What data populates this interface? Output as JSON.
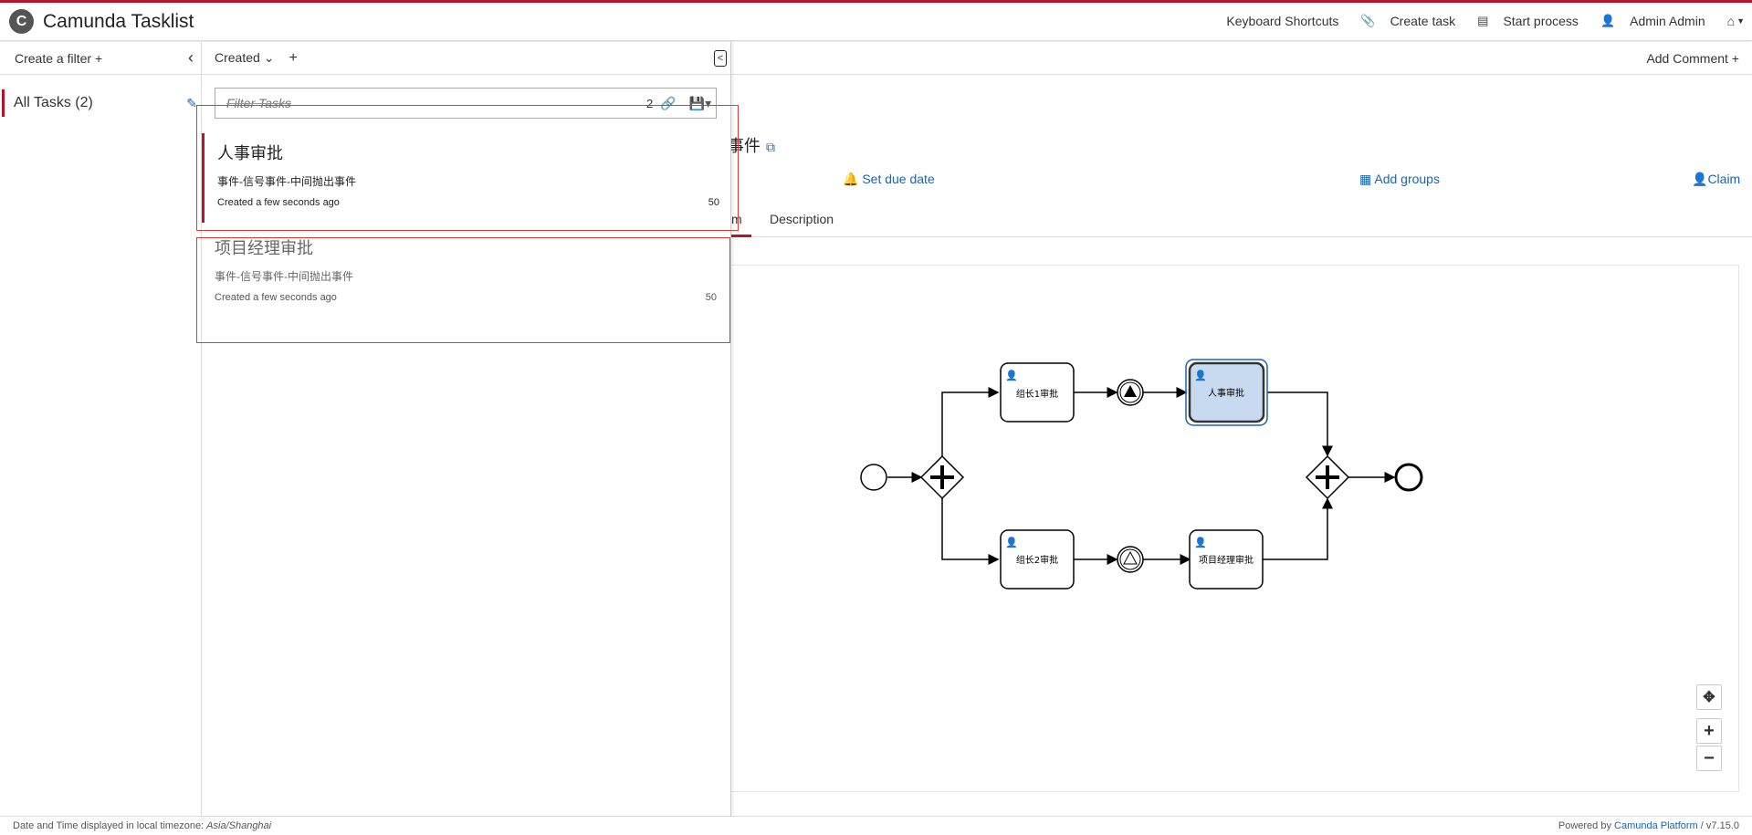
{
  "header": {
    "app_title": "Camunda Tasklist",
    "nav": {
      "shortcuts": "Keyboard Shortcuts",
      "create_task": "Create task",
      "start_process": "Start process",
      "user": "Admin Admin"
    }
  },
  "filters": {
    "create_label": "Create a filter",
    "items": [
      {
        "label": "All Tasks (2)"
      }
    ]
  },
  "list": {
    "sort_label": "Created",
    "search_placeholder": "Filter Tasks",
    "count": "2",
    "tasks": [
      {
        "name": "人事审批",
        "process": "事件-信号事件-中间抛出事件",
        "created": "Created a few seconds ago",
        "priority": "50"
      },
      {
        "name": "项目经理审批",
        "process": "事件-信号事件-中间抛出事件",
        "created": "Created a few seconds ago",
        "priority": "50"
      }
    ]
  },
  "detail": {
    "add_comment": "Add Comment",
    "title_fragment": "事件",
    "actions": {
      "due_date": "Set due date",
      "groups": "Add groups",
      "claim": "Claim"
    },
    "tabs": {
      "active_fragment": "m",
      "description": "Description"
    },
    "diagram": {
      "tasks": {
        "t1": "组长1审批",
        "t2": "人事审批",
        "t3": "组长2审批",
        "t4": "项目经理审批"
      }
    }
  },
  "footer": {
    "timezone_prefix": "Date and Time displayed in local timezone: ",
    "timezone": "Asia/Shanghai",
    "powered_prefix": "Powered by ",
    "platform": "Camunda Platform",
    "version": " / v7.15.0"
  },
  "colors": {
    "accent": "#b5152b",
    "link": "#1a63b2",
    "highlight": "#c8daf0"
  }
}
